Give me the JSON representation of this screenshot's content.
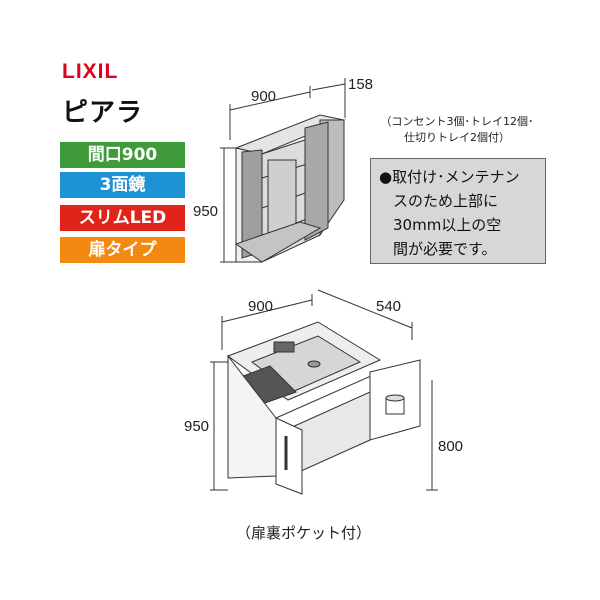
{
  "brand": "LIXIL",
  "product": "ピアラ",
  "badges": [
    {
      "label": "間口900",
      "color": "#3f9a3a"
    },
    {
      "label": "3面鏡",
      "color": "#1d93d6"
    },
    {
      "label": "スリムLED",
      "color": "#e2231a"
    },
    {
      "label": "扉タイプ",
      "color": "#f28a12"
    }
  ],
  "mirror_cabinet": {
    "width": "900",
    "depth": "158",
    "height": "950",
    "accessories_line1": "（コンセント3個･トレイ12個･",
    "accessories_line2": "仕切りトレイ2個付）"
  },
  "note": {
    "line1": "●取付け･メンテナン",
    "line2": "スのため上部に",
    "line3": "30mm以上の空",
    "line4": "間が必要です。"
  },
  "vanity": {
    "width": "900",
    "depth": "540",
    "height": "950",
    "counter_height": "800",
    "caption": "（扉裏ポケット付）"
  }
}
